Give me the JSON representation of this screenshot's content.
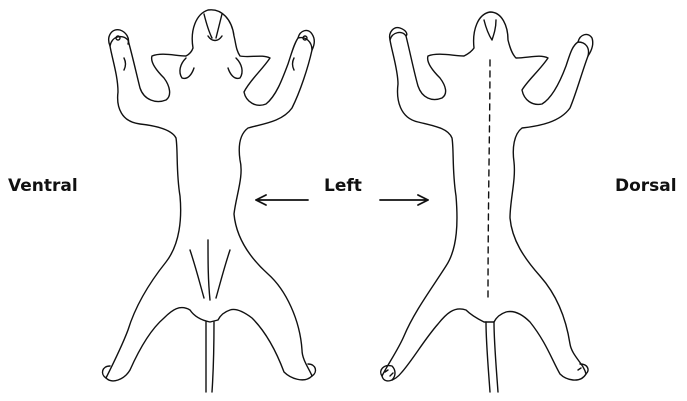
{
  "labels": {
    "ventral": "Ventral",
    "left": "Left",
    "dorsal": "Dorsal"
  },
  "colors": {
    "ink": "#111111",
    "background": "#ffffff"
  }
}
